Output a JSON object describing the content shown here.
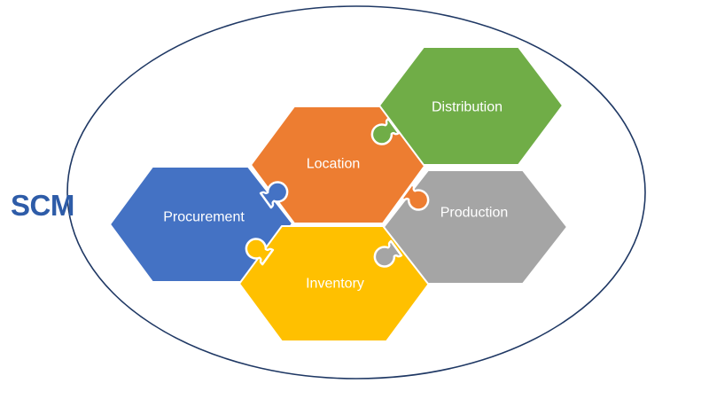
{
  "title": {
    "text": "SCM",
    "color": "#2E5CA8"
  },
  "diagram": {
    "type": "interlocking-puzzle-hexagons",
    "boundary_color": "#1F3864",
    "background": "#ffffff",
    "label_color": "#FFFFFF",
    "pieces": [
      {
        "id": "procurement",
        "label": "Procurement",
        "color": "#4472C4"
      },
      {
        "id": "location",
        "label": "Location",
        "color": "#ED7D31"
      },
      {
        "id": "distribution",
        "label": "Distribution",
        "color": "#70AD47"
      },
      {
        "id": "production",
        "label": "Production",
        "color": "#A5A5A5"
      },
      {
        "id": "inventory",
        "label": "Inventory",
        "color": "#FFC000"
      }
    ],
    "connectors": [
      {
        "from": "procurement",
        "to": "location"
      },
      {
        "from": "inventory",
        "to": "procurement"
      },
      {
        "from": "distribution",
        "to": "location"
      },
      {
        "from": "location",
        "to": "production"
      },
      {
        "from": "production",
        "to": "inventory"
      }
    ]
  }
}
